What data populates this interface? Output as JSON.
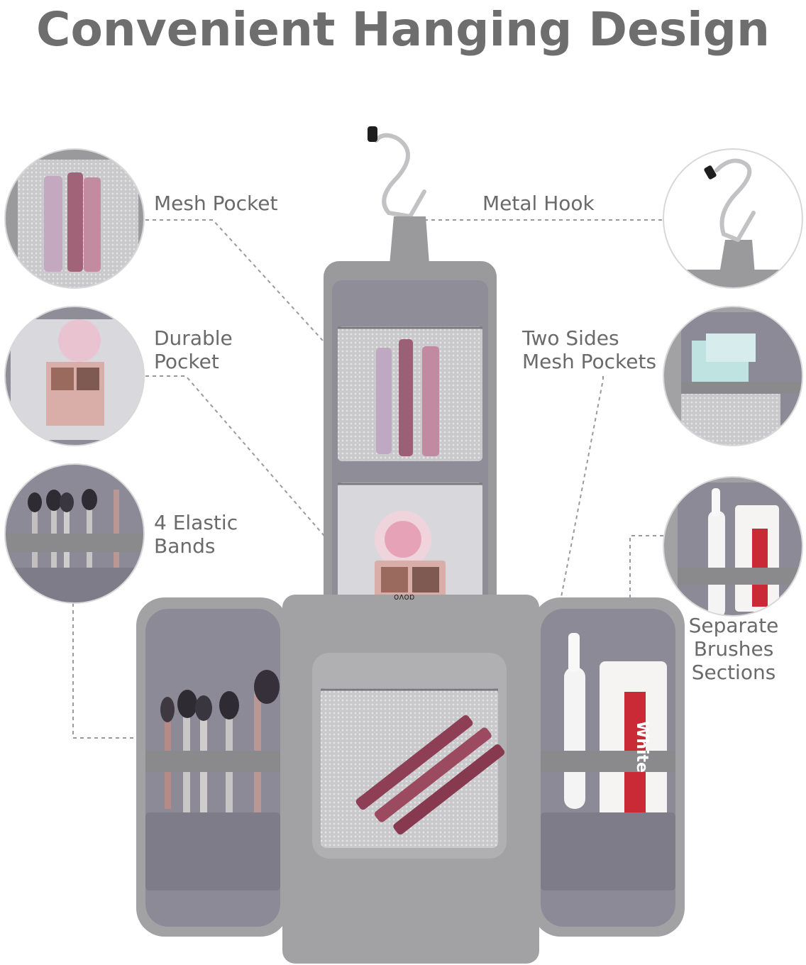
{
  "title": "Convenient Hanging Design",
  "features": {
    "mesh_pocket": "Mesh Pocket",
    "metal_hook": "Metal Hook",
    "durable_pocket": [
      "Durable",
      "Pocket"
    ],
    "two_sides_mesh": [
      "Two Sides",
      "Mesh Pockets"
    ],
    "elastic_bands": [
      "4 Elastic",
      "Bands"
    ],
    "brush_sections": [
      "Separate",
      "Brushes",
      "Sections"
    ]
  },
  "product_text": {
    "palette_brand": "ɑovo",
    "toothpaste_brand": "White"
  },
  "colors": {
    "title": "#6e6e6e",
    "label": "#6a6a6a",
    "fabric": "#9a9a9c",
    "lining": "#8c8a96",
    "leader_line": "#9a9a9a"
  }
}
